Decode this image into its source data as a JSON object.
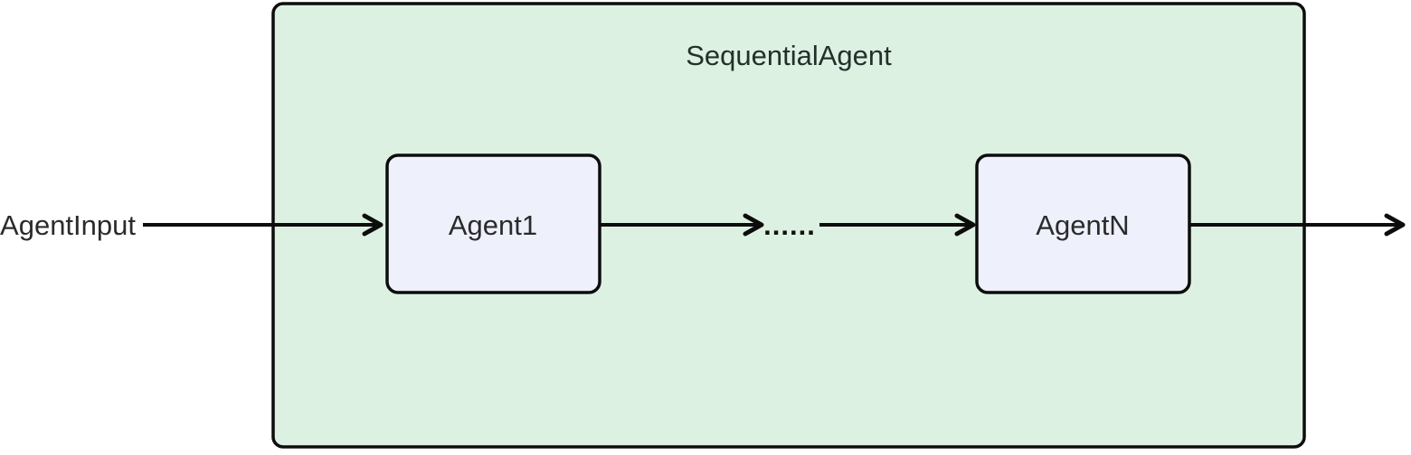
{
  "diagram": {
    "type": "flowchart",
    "title": "SequentialAgent",
    "input_label": "AgentInput",
    "ellipsis": "......",
    "nodes": [
      {
        "id": "agent1",
        "label": "Agent1"
      },
      {
        "id": "agentN",
        "label": "AgentN"
      }
    ],
    "edges": [
      {
        "from": "AgentInput",
        "to": "Agent1"
      },
      {
        "from": "Agent1",
        "to": "ellipsis"
      },
      {
        "from": "ellipsis",
        "to": "AgentN"
      },
      {
        "from": "AgentN",
        "to": "output"
      }
    ],
    "colors": {
      "background": "#ffffff",
      "container_fill": "#ddf1e2",
      "container_border": "#0d0d0d",
      "node_fill": "#eef1fb",
      "node_border": "#0d0d0d",
      "edge": "#0d0d0d",
      "text": "#2b2b2b"
    }
  }
}
